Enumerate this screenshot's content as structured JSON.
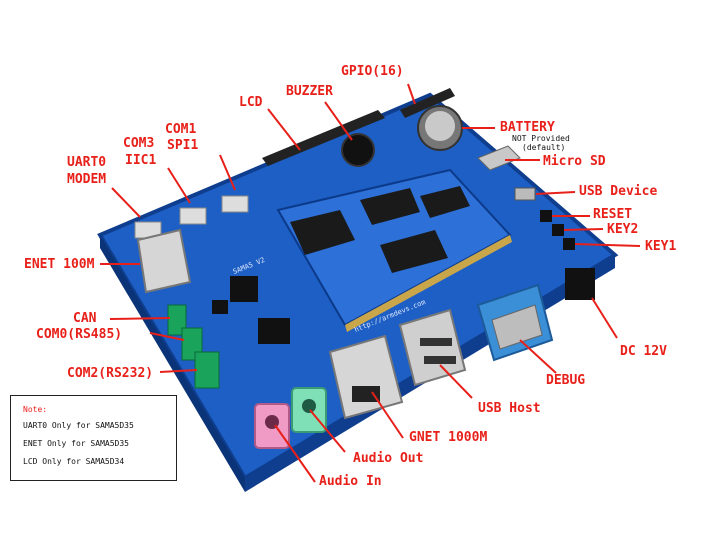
{
  "colors": {
    "label": "#e8201a",
    "leader_line": "#e8201a",
    "board": "#1d5fc4",
    "board_edge": "#0f3e8f",
    "connector_green": "#1aa35a",
    "audio_in": "#f09ac6",
    "audio_out": "#7fe0b8",
    "db9": "#3a8fd6"
  },
  "silkscreen": {
    "board_name": "SAMA5 V2",
    "website": "http://armdevs.com"
  },
  "labels": {
    "gpio": "GPIO(16)",
    "buzzer": "BUZZER",
    "lcd": "LCD",
    "com1": "COM1",
    "spi1": "SPI1",
    "com3": "COM3",
    "iic1": "IIC1",
    "uart0": "UART0",
    "modem": "MODEM",
    "battery": "BATTERY",
    "battery_note_1": "NOT Provided",
    "battery_note_2": "(default)",
    "micro_sd": "Micro SD",
    "usb_device": "USB Device",
    "reset": "RESET",
    "key2": "KEY2",
    "key1": "KEY1",
    "enet": "ENET 100M",
    "can": "CAN",
    "com0": "COM0(RS485)",
    "com2": "COM2(RS232)",
    "dc12v": "DC 12V",
    "debug": "DEBUG",
    "usb_host": "USB Host",
    "gnet": "GNET 1000M",
    "audio_out": "Audio Out",
    "audio_in": "Audio In"
  },
  "note": {
    "title": "Note:",
    "lines": [
      "UART0 Only for SAMA5D35",
      "ENET Only for SAMA5D35",
      "LCD Only for SAMA5D34"
    ]
  }
}
